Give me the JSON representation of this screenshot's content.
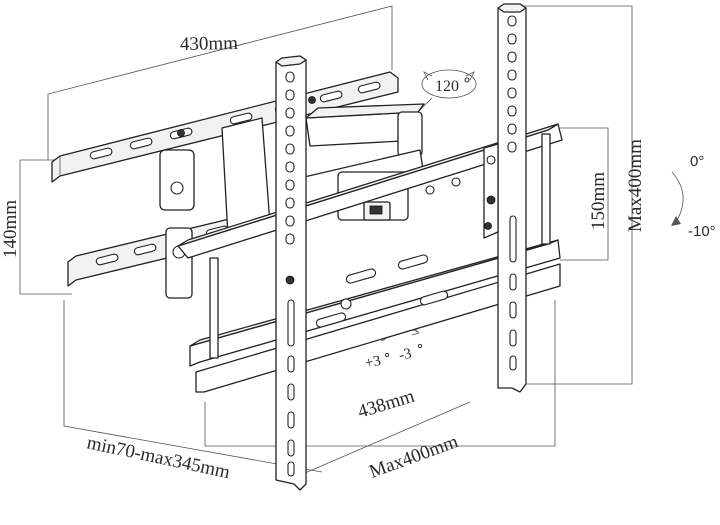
{
  "dimensions": {
    "top_width": "430mm",
    "left_height": "140mm",
    "swivel_angle": "120",
    "panel_height": "150mm",
    "max_vertical": "Max400mm",
    "bottom_width": "438mm",
    "bottom_max": "Max400mm",
    "extension": "min70-max345mm",
    "level_plus": "+3",
    "level_minus": "-3"
  },
  "tilt": {
    "top": "0°",
    "bottom": "-10°"
  },
  "colors": {
    "line": "#222222",
    "dim_line": "#555555",
    "fill": "#ffffff",
    "shade": "#f2f2f2"
  }
}
